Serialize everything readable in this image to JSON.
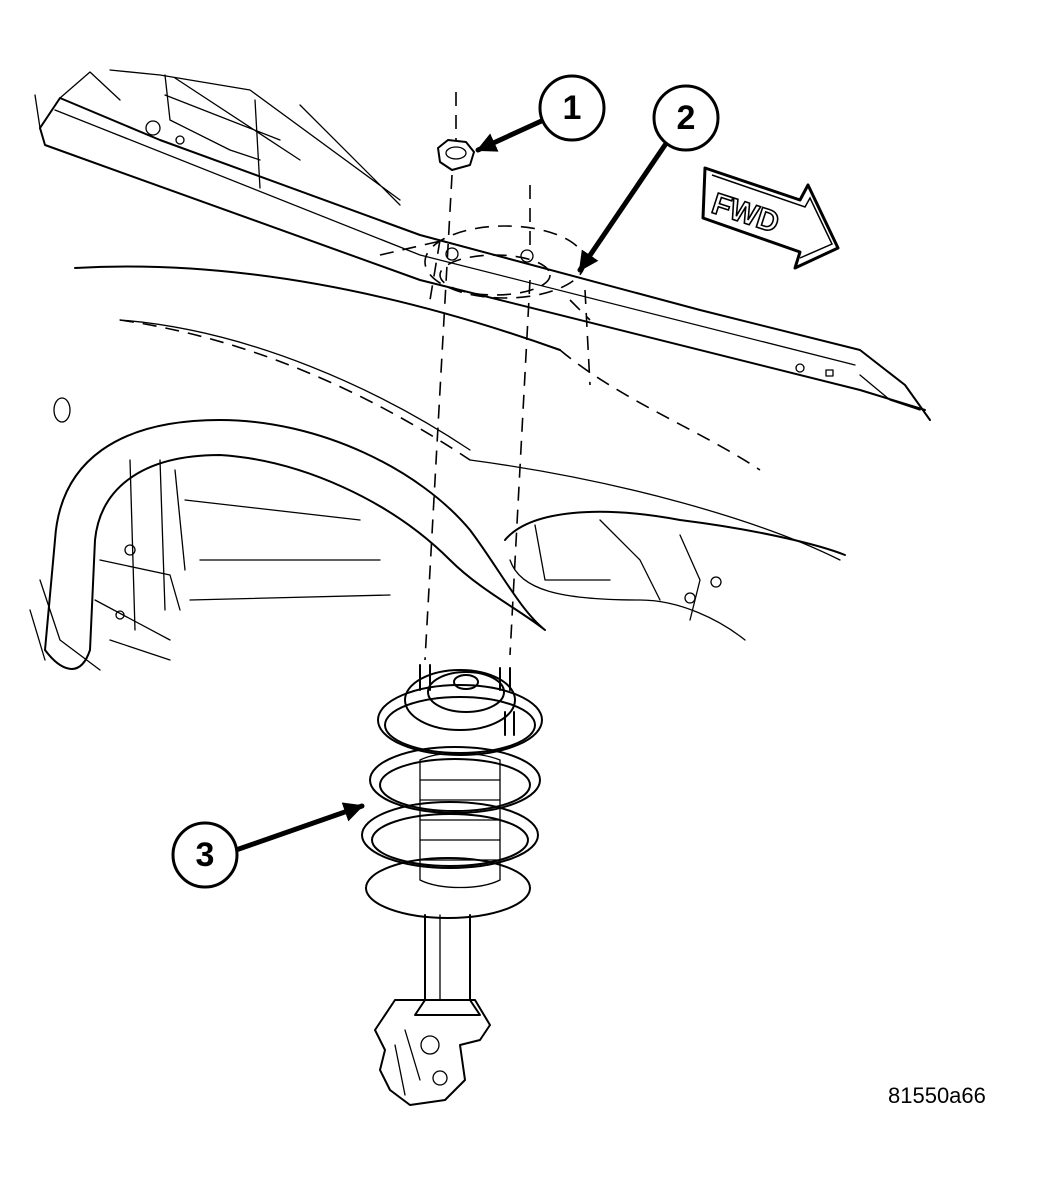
{
  "callouts": [
    {
      "number": "1",
      "part": "nut"
    },
    {
      "number": "2",
      "part": "strut-tower"
    },
    {
      "number": "3",
      "part": "strut-assembly"
    }
  ],
  "direction_label": "FWD",
  "figure_id": "81550a66"
}
